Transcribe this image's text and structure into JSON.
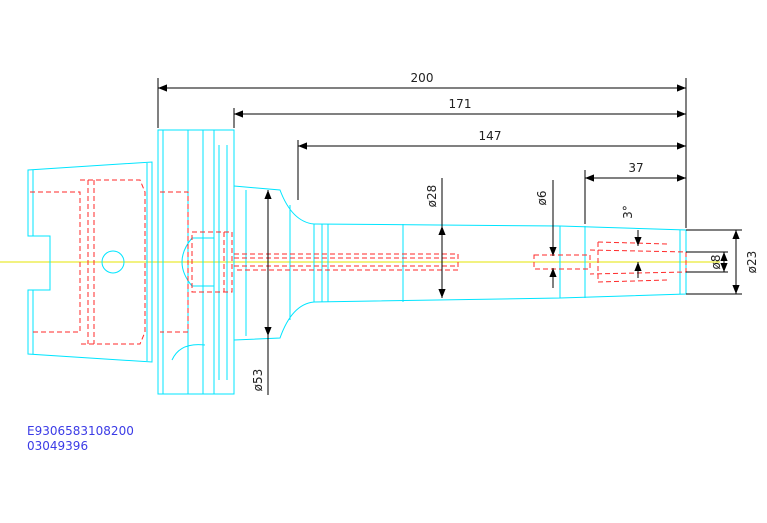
{
  "colors": {
    "outline": "#00e5ff",
    "hidden": "#ff2a2a",
    "centerline": "#e6e600",
    "dimension": "#000000",
    "part_number": "#3b3be6"
  },
  "dimensions": {
    "overall_length": "200",
    "length_171": "171",
    "length_147": "147",
    "length_37": "37",
    "dia_28": "ø28",
    "dia_6": "ø6",
    "angle": "3°",
    "dia_8": "ø8",
    "dia_23": "ø23",
    "dia_53": "ø53"
  },
  "part_numbers": {
    "line1": "E9306583108200",
    "line2": "03049396"
  }
}
